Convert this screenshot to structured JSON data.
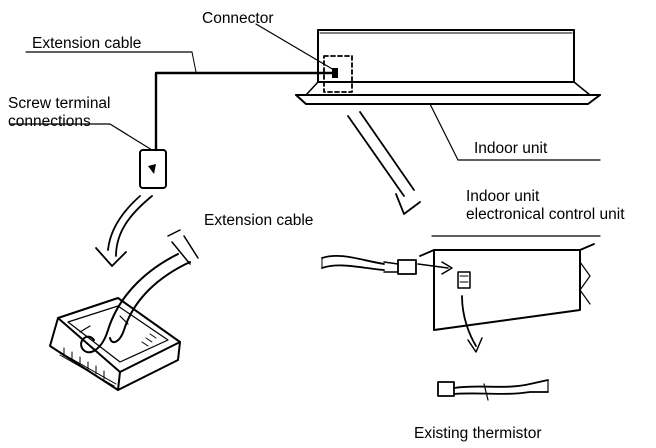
{
  "labels": {
    "connector": "Connector",
    "extension_cable_top": "Extension cable",
    "screw_terminal_line1": "Screw terminal",
    "screw_terminal_line2": "connections",
    "indoor_unit": "Indoor unit",
    "indoor_unit_ecu_line1": "Indoor unit",
    "indoor_unit_ecu_line2": "electronical control unit",
    "extension_cable_mid": "Extension cable",
    "existing_thermistor": "Existing thermistor"
  },
  "colors": {
    "line": "#000000",
    "background": "#ffffff"
  }
}
